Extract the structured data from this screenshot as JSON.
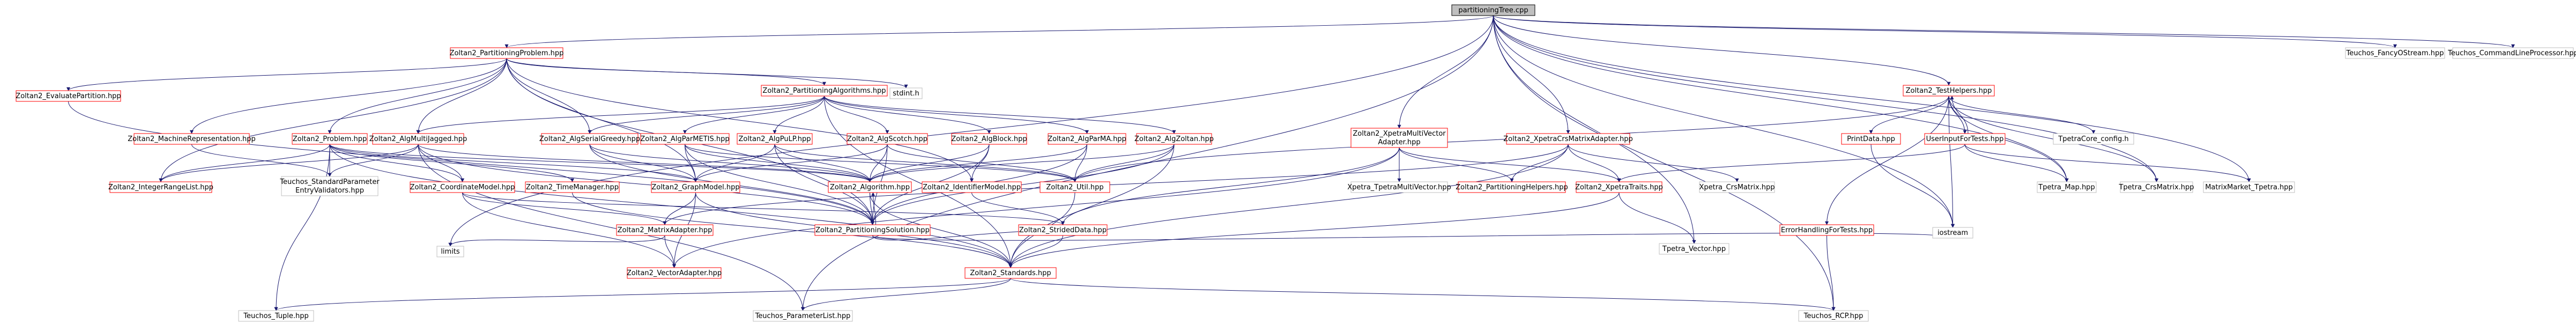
{
  "nodes": {
    "root": "partitioningTree.cpp",
    "partitioning_problem": "Zoltan2_PartitioningProblem.hpp",
    "test_helpers": "Zoltan2_TestHelpers.hpp",
    "evaluate_partition": "Zoltan2_EvaluatePartition.hpp",
    "machine_representation": "Zoltan2_MachineRepresentation.hpp",
    "problem": "Zoltan2_Problem.hpp",
    "alg_multijagged": "Zoltan2_AlgMultiJagged.hpp",
    "alg_serial_greedy": "Zoltan2_AlgSerialGreedy.hpp",
    "partitioning_algorithms": "Zoltan2_PartitioningAlgorithms.hpp",
    "alg_parmetis": "Zoltan2_AlgParMETIS.hpp",
    "alg_pulp": "Zoltan2_AlgPuLP.hpp",
    "alg_scotch": "Zoltan2_AlgScotch.hpp",
    "alg_block": "Zoltan2_AlgBlock.hpp",
    "alg_parma": "Zoltan2_AlgParMA.hpp",
    "alg_zoltan": "Zoltan2_AlgZoltan.hpp",
    "stdint": "stdint.h",
    "xpetra_multivector_adapter_l1": "Zoltan2_XpetraMultiVector",
    "xpetra_multivector_adapter_l2": "Adapter.hpp",
    "xpetra_crsmatrix_adapter": "Zoltan2_XpetraCrsMatrixAdapter.hpp",
    "print_data": "PrintData.hpp",
    "user_input_for_tests": "UserInputForTests.hpp",
    "tpetra_core_config": "TpetraCore_config.h",
    "integer_range_list": "Zoltan2_IntegerRangeList.hpp",
    "teuchos_std_param_l1": "Teuchos_StandardParameter",
    "teuchos_std_param_l2": "EntryValidators.hpp",
    "coordinate_model": "Zoltan2_CoordinateModel.hpp",
    "time_manager": "Zoltan2_TimeManager.hpp",
    "graph_model": "Zoltan2_GraphModel.hpp",
    "algorithm": "Zoltan2_Algorithm.hpp",
    "identifier_model": "Zoltan2_IdentifierModel.hpp",
    "util": "Zoltan2_Util.hpp",
    "xpetra_multivector": "Xpetra_TpetraMultiVector.hpp",
    "partitioning_helpers": "Zoltan2_PartitioningHelpers.hpp",
    "xpetra_traits": "Zoltan2_XpetraTraits.hpp",
    "xpetra_crsmatrix": "Xpetra_CrsMatrix.hpp",
    "error_handling_for_tests": "ErrorHandlingForTests.hpp",
    "tpetra_map": "Tpetra_Map.hpp",
    "tpetra_crsmatrix": "Tpetra_CrsMatrix.hpp",
    "matrix_market_tpetra": "MatrixMarket_Tpetra.hpp",
    "matrix_adapter": "Zoltan2_MatrixAdapter.hpp",
    "partitioning_solution": "Zoltan2_PartitioningSolution.hpp",
    "strided_data": "Zoltan2_StridedData.hpp",
    "iostream": "iostream",
    "tpetra_vector": "Tpetra_Vector.hpp",
    "limits": "limits",
    "vector_adapter": "Zoltan2_VectorAdapter.hpp",
    "standards": "Zoltan2_Standards.hpp",
    "teuchos_tuple": "Teuchos_Tuple.hpp",
    "teuchos_parameter_list": "Teuchos_ParameterList.hpp",
    "teuchos_rcp": "Teuchos_RCP.hpp",
    "teuchos_fancy_ostream": "Teuchos_FancyOStream.hpp",
    "teuchos_command_line_processor": "Teuchos_CommandLineProcessor.hpp"
  },
  "colors": {
    "edge": "#191970",
    "documented_border": "#ff0000",
    "external_border": "#bfbfbf",
    "root_fill": "#bfbfbf",
    "text": "#000000"
  }
}
